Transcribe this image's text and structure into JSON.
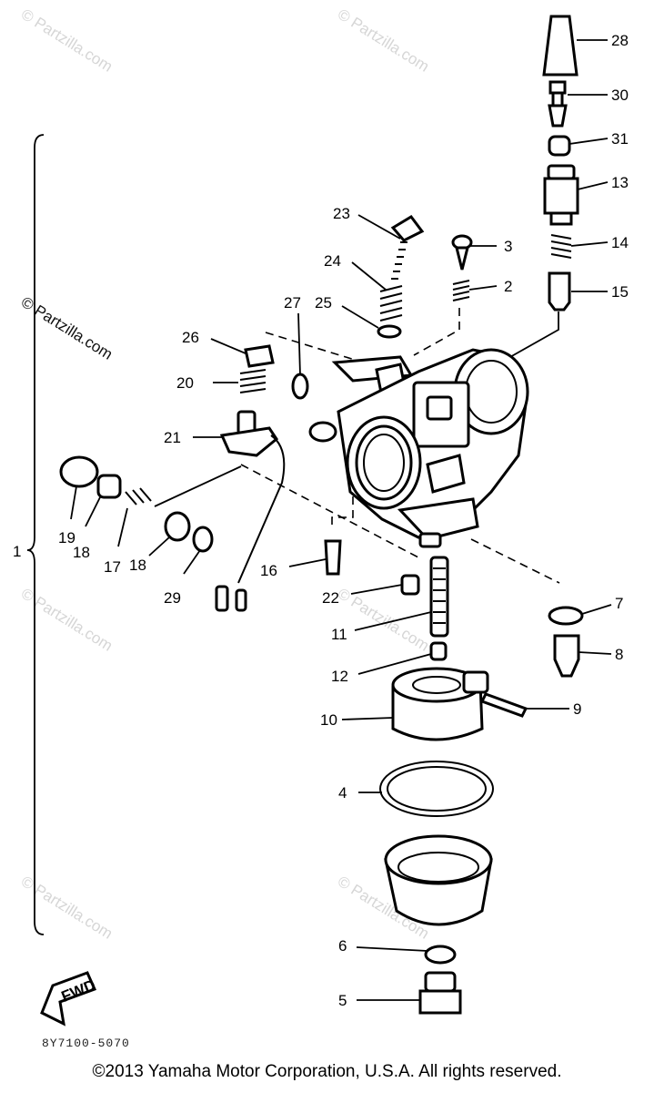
{
  "watermarks": [
    "© Partzilla.com",
    "© Partzilla.com",
    "© Partzilla.com",
    "© Partzilla.com",
    "© Partzilla.com",
    "© Partzilla.com",
    "© Partzilla.com"
  ],
  "callouts": [
    "28",
    "30",
    "31",
    "13",
    "23",
    "3",
    "14",
    "24",
    "2",
    "15",
    "27",
    "25",
    "26",
    "20",
    "21",
    "19",
    "18",
    "17",
    "18",
    "29",
    "1",
    "16",
    "22",
    "7",
    "11",
    "8",
    "12",
    "9",
    "10",
    "4",
    "6",
    "5"
  ],
  "fwd_label": "FWD",
  "diagram_code": "8Y7100-5070",
  "copyright": "©2013 Yamaha Motor Corporation, U.S.A. All rights reserved."
}
